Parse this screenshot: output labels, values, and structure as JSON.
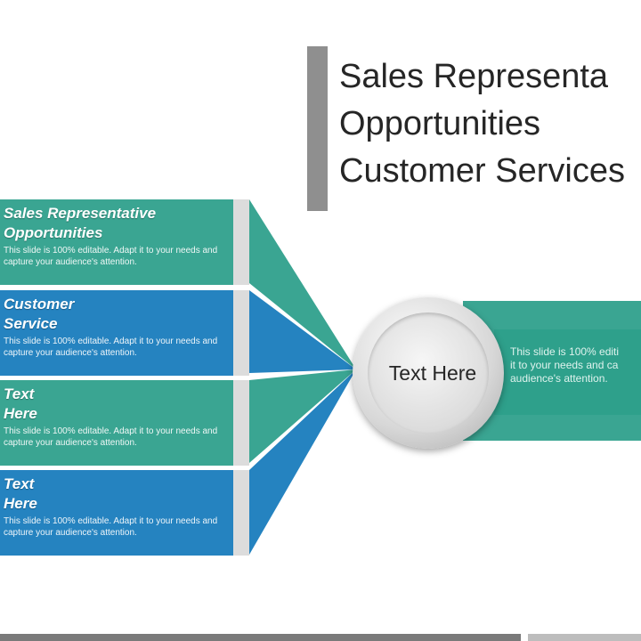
{
  "title": {
    "lines": [
      "Sales Representa",
      "Opportunities",
      "Customer Services"
    ]
  },
  "boxes": [
    {
      "title": "Sales Representative\nOpportunities",
      "desc": "This slide is 100% editable. Adapt it to your needs and capture your audience's attention.",
      "color": "#3aa592"
    },
    {
      "title": "Customer\nService",
      "desc": "This slide is 100% editable. Adapt it to your needs and capture your audience's attention.",
      "color": "#2583c0"
    },
    {
      "title": "Text\nHere",
      "desc": "This slide is 100% editable. Adapt it to your needs and capture your audience's attention.",
      "color": "#3aa592"
    },
    {
      "title": "Text\nHere",
      "desc": "This slide is 100% editable. Adapt it to your needs and capture your audience's attention.",
      "color": "#2583c0"
    }
  ],
  "hub": {
    "label": "Text Here"
  },
  "right_panel": {
    "lines": [
      "This slide is 100% editi",
      "it to your needs and ca",
      "audience's attention."
    ],
    "color": "#3aa592"
  },
  "colors": {
    "teal": "#3aa592",
    "blue": "#2583c0",
    "gray": "#8f8f8f"
  }
}
